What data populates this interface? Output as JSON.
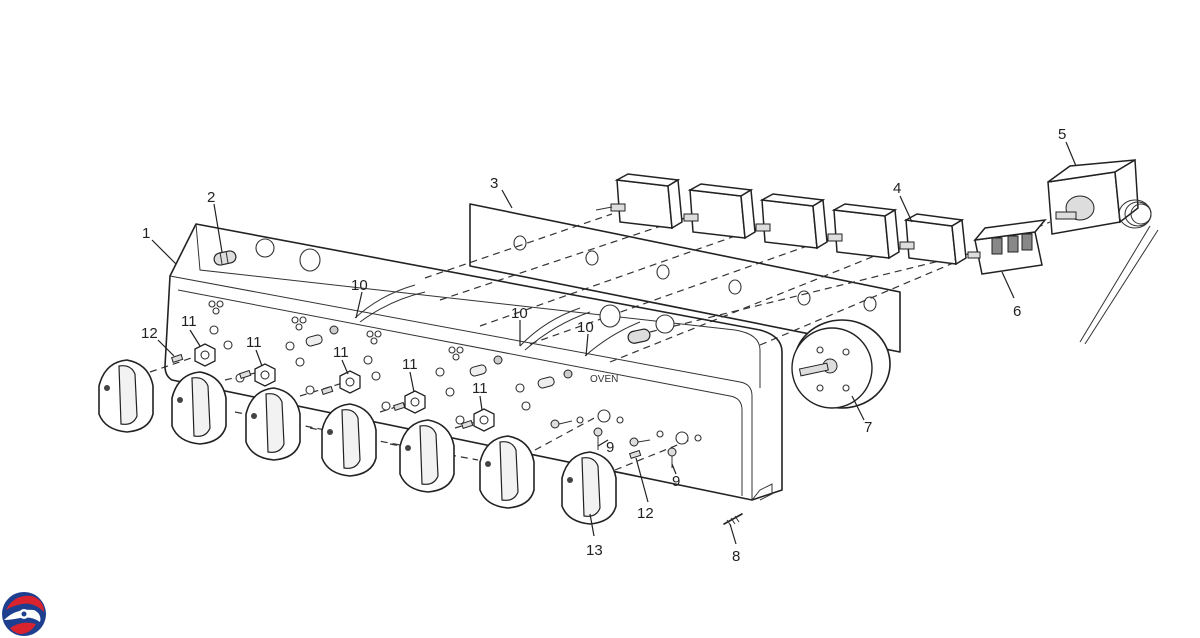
{
  "diagram": {
    "callouts": [
      {
        "id": "1",
        "label": "1"
      },
      {
        "id": "2",
        "label": "2"
      },
      {
        "id": "3",
        "label": "3"
      },
      {
        "id": "4",
        "label": "4"
      },
      {
        "id": "5",
        "label": "5"
      },
      {
        "id": "6",
        "label": "6"
      },
      {
        "id": "7",
        "label": "7"
      },
      {
        "id": "8",
        "label": "8"
      },
      {
        "id": "9a",
        "label": "9"
      },
      {
        "id": "9b",
        "label": "9"
      },
      {
        "id": "10a",
        "label": "10"
      },
      {
        "id": "10b",
        "label": "10"
      },
      {
        "id": "10c",
        "label": "10"
      },
      {
        "id": "11a",
        "label": "11"
      },
      {
        "id": "11b",
        "label": "11"
      },
      {
        "id": "11c",
        "label": "11"
      },
      {
        "id": "11d",
        "label": "11"
      },
      {
        "id": "11e",
        "label": "11"
      },
      {
        "id": "12a",
        "label": "12"
      },
      {
        "id": "12b",
        "label": "12"
      },
      {
        "id": "13",
        "label": "13"
      }
    ],
    "panel_text": "OVEN"
  },
  "colors": {
    "line": "#222222",
    "logo_red": "#d9232e",
    "logo_blue": "#1e3f8f"
  },
  "icons": {
    "brand_logo": "swirl-logo-icon"
  }
}
